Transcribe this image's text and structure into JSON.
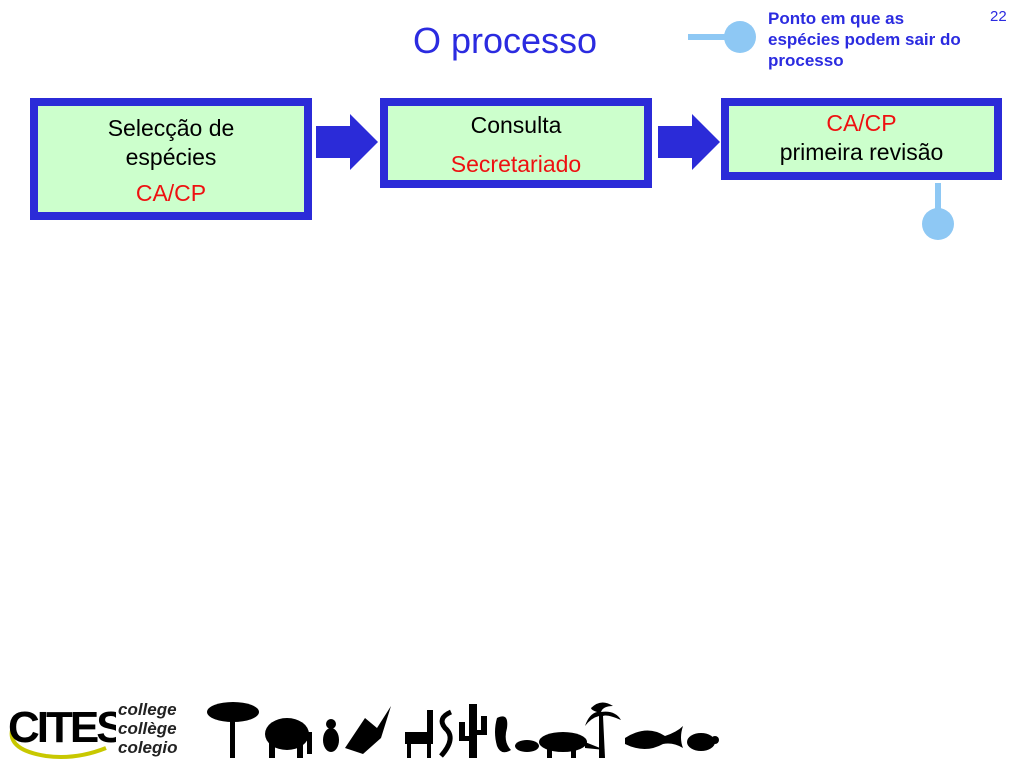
{
  "slide": {
    "title": "O processo",
    "page_number": "22"
  },
  "legend": {
    "text": "Ponto em que as espécies podem sair do processo"
  },
  "steps": [
    {
      "line1": "Selecção de",
      "line2": "espécies",
      "actor": "CA/CP"
    },
    {
      "line1": "Consulta",
      "actor": "Secretariado"
    },
    {
      "actor": "CA/CP",
      "line1": "primeira revisão"
    }
  ],
  "footer": {
    "logo_text": "CITES",
    "words": [
      "college",
      "collège",
      "colegio"
    ]
  },
  "colors": {
    "title": "#2b2be0",
    "box_border": "#2b2bd8",
    "box_fill": "#ccffcc",
    "actor_red": "#ee1111",
    "exit_marker": "#8ec8f4"
  }
}
